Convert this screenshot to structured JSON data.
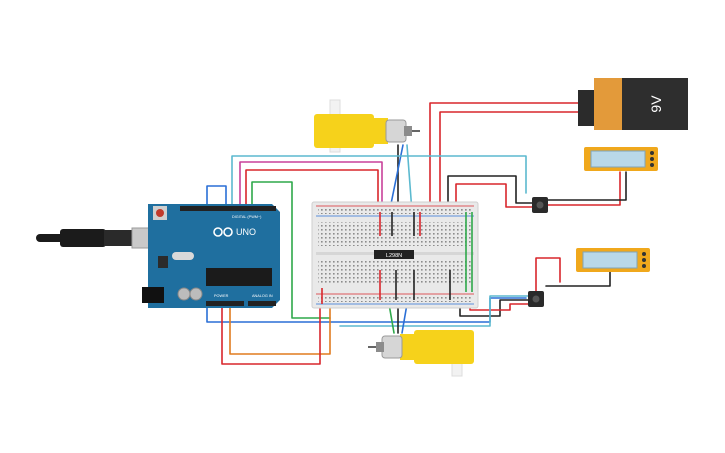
{
  "canvas": {
    "background": "#ffffff"
  },
  "arduino": {
    "brand_text": "UNO",
    "digital_header_text": "DIGITAL (PWM~)",
    "power_header_text": "POWER",
    "analog_header_text": "ANALOG IN",
    "board_color": "#1f6f9f"
  },
  "breadboard": {
    "chip_label": "L298N"
  },
  "battery": {
    "label": "9V"
  },
  "components": {
    "motor_top": "dc-gear-motor",
    "motor_bottom": "dc-gear-motor",
    "slide_switch_top": "slide-switch",
    "slide_switch_bottom": "slide-switch",
    "pushbutton_top": "pushbutton",
    "pushbutton_bottom": "pushbutton"
  },
  "colors": {
    "wire_red": "#d9262c",
    "wire_black": "#222222",
    "wire_orange": "#e07b1f",
    "wire_blue": "#2a6fd6",
    "wire_cyan": "#5bb9cf",
    "wire_green": "#2ea84a",
    "wire_pink": "#c8419a",
    "wire_brown": "#8b5a2b",
    "motor_yellow": "#f6d21b",
    "switch_frame": "#f0a81c",
    "switch_face": "#b9d8e8"
  }
}
